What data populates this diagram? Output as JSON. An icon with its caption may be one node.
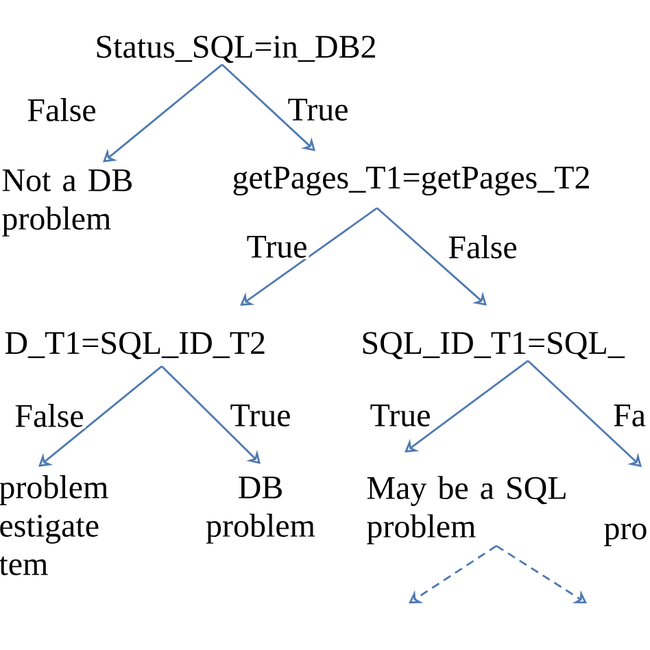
{
  "diagram": {
    "nodes": [
      {
        "text": [
          "Status_SQL=in_DB2"
        ]
      },
      {
        "text": [
          "Not a DB problem"
        ]
      },
      {
        "text": [
          "getPages_T1=getPages_T2"
        ]
      },
      {
        "text": [
          "D_T1=SQL_ID_T2"
        ]
      },
      {
        "text": [
          "SQL_ID_T1=SQL_"
        ]
      },
      {
        "text": [
          "problem estigate tem"
        ]
      },
      {
        "text": [
          "DB problem"
        ]
      },
      {
        "text": [
          "May be a SQL problem"
        ]
      },
      {
        "text": [
          "pro"
        ]
      }
    ],
    "edges": [
      {
        "from": 0,
        "to": 1,
        "arrow": "to",
        "label": "False"
      },
      {
        "from": 0,
        "to": 2,
        "arrow": "to",
        "label": "True"
      },
      {
        "from": 2,
        "to": 3,
        "arrow": "to",
        "label": "True"
      },
      {
        "from": 2,
        "to": 4,
        "arrow": "to",
        "label": "False"
      },
      {
        "from": 3,
        "to": 5,
        "arrow": "to",
        "label": "False"
      },
      {
        "from": 3,
        "to": 6,
        "arrow": "to",
        "label": "True"
      },
      {
        "from": 4,
        "to": 7,
        "arrow": "to",
        "label": "True"
      },
      {
        "from": 4,
        "to": 8,
        "arrow": "to",
        "label": "Fa"
      },
      {
        "from": 7,
        "to": null,
        "arrow": "to",
        "style": "dashed"
      },
      {
        "from": 7,
        "to": null,
        "arrow": "to",
        "style": "dashed"
      }
    ]
  }
}
